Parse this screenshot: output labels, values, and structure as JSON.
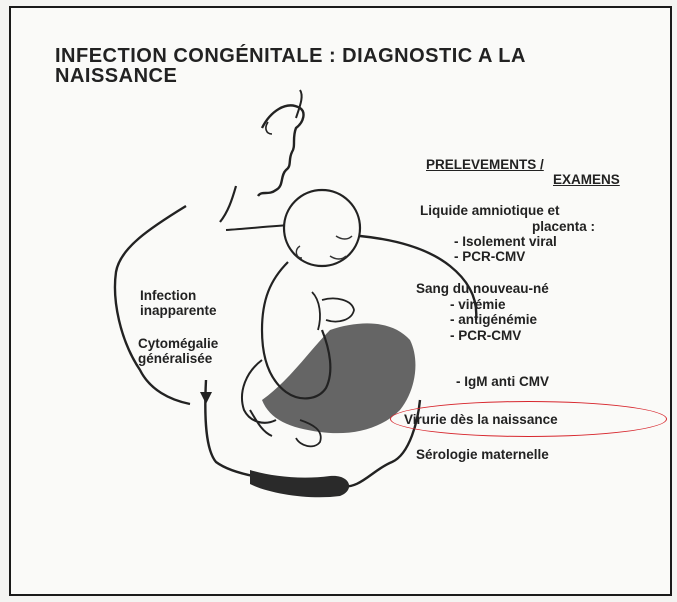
{
  "title": {
    "line1": "INFECTION CONGÉNITALE : DIAGNOSTIC A LA",
    "line2": "NAISSANCE"
  },
  "left_labels": {
    "infection_l1": "Infection",
    "infection_l2": "inapparente",
    "cyto_l1": "Cytomégalie",
    "cyto_l2": "généralisée"
  },
  "right": {
    "header_l1": "PRELEVEMENTS /",
    "header_l2": "EXAMENS",
    "liquide_l1": "Liquide amniotique et",
    "liquide_l2": "placenta :",
    "liquide_i1": "- Isolement viral",
    "liquide_i2": "- PCR-CMV",
    "sang_l1": "Sang du nouveau-né",
    "sang_i1": "- virémie",
    "sang_i2": "- antigénémie",
    "sang_i3": "- PCR-CMV",
    "igm": "- IgM anti CMV",
    "virurie": "Virurie dès la naissance",
    "serologie": "Sérologie maternelle"
  },
  "highlight_color": "#d7262d"
}
